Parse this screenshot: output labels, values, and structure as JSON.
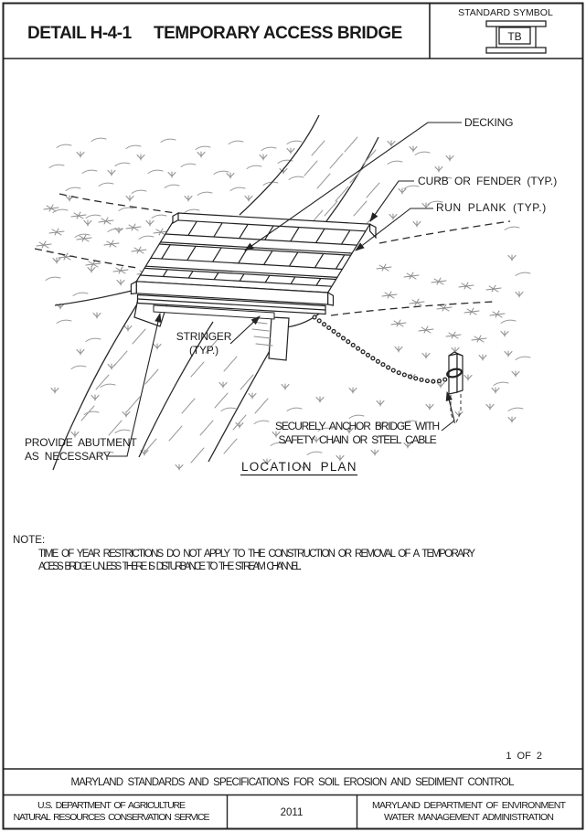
{
  "header": {
    "detail_no": "DETAIL H-4-1",
    "title": "TEMPORARY ACCESS BRIDGE",
    "standard_symbol_label": "STANDARD SYMBOL",
    "symbol_text": "TB"
  },
  "drawing": {
    "labels": {
      "decking": "DECKING",
      "curb": "CURB OR FENDER (TYP.)",
      "run_plank": "RUN PLANK (TYP.)",
      "stringer_line1": "STRINGER",
      "stringer_line2": "(TYP.)",
      "abutment_line1": "PROVIDE ABUTMENT",
      "abutment_line2": "AS NECESSARY",
      "anchor_line1": "SECURELY ANCHOR BRIDGE WITH",
      "anchor_line2": "SAFETY CHAIN OR STEEL CABLE",
      "caption": "LOCATION PLAN"
    }
  },
  "note": {
    "heading": "NOTE:",
    "lines": [
      "TIME OF YEAR RESTRICTIONS DO NOT APPLY TO THE CONSTRUCTION OR REMOVAL OF A TEMPORARY",
      "ACESS BRIDGE UNLESS THERE IS DISTURBANCE TO THE STREAM CHANNEL."
    ]
  },
  "page_indicator": "1 OF 2",
  "footer": {
    "band_title": "MARYLAND STANDARDS AND SPECIFICATIONS FOR SOIL EROSION AND SEDIMENT CONTROL",
    "left_line1": "U.S. DEPARTMENT OF AGRICULTURE",
    "left_line2": "NATURAL RESOURCES CONSERVATION SERVICE",
    "year": "2011",
    "right_line1": "MARYLAND DEPARTMENT OF ENVIRONMENT",
    "right_line2": "WATER MANAGEMENT ADMINISTRATION"
  },
  "colors": {
    "ink": "#222222",
    "texture": "#8d8d8d",
    "paper": "#ffffff"
  }
}
